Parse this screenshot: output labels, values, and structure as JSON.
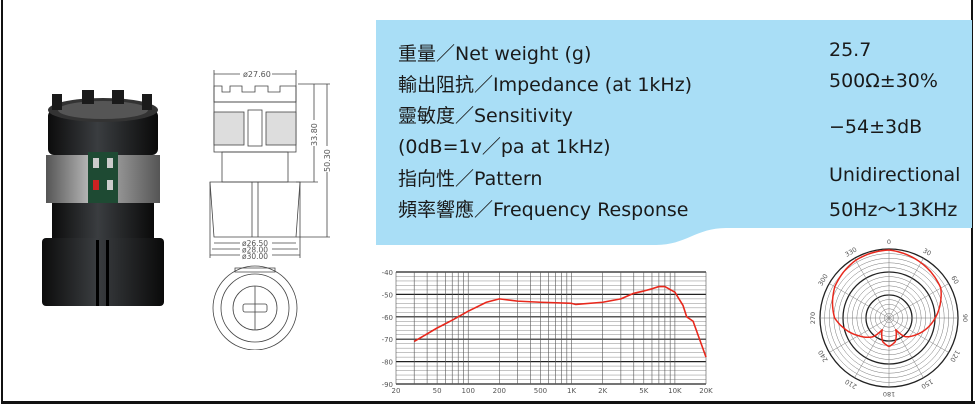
{
  "specs": [
    {
      "label": "重量／Net weight (g)",
      "value": "25.7"
    },
    {
      "label": "輸出阻抗／Impedance (at 1kHz)",
      "value": "500Ω±30%"
    },
    {
      "label": "靈敏度／Sensitivity",
      "label2": "(0dB=1v／pa at 1kHz)",
      "value": "−54±3dB"
    },
    {
      "label": "指向性／Pattern",
      "value": "Unidirectional"
    },
    {
      "label": "頻率響應／Frequency Response",
      "value": "50Hz～13KHz"
    }
  ],
  "drawing": {
    "top_dia": "ø27.60",
    "height_inner": "33.80",
    "height_total": "50.30",
    "dia1": "ø26.50",
    "dia2": "ø28.00",
    "dia3": "ø30.00"
  },
  "colors": {
    "panel": "#a9def6",
    "curve": "#e8281c"
  },
  "chart_data": [
    {
      "type": "line",
      "title": "",
      "xlabel": "",
      "ylabel": "",
      "xscale": "log",
      "xlim": [
        20,
        20000
      ],
      "ylim": [
        -90,
        -40
      ],
      "xticks": [
        20,
        50,
        100,
        200,
        500,
        1000,
        2000,
        5000,
        10000,
        20000
      ],
      "xtick_labels": [
        "20",
        "50",
        "100",
        "200",
        "500",
        "1K",
        "2K",
        "5K",
        "10K",
        "20K"
      ],
      "yticks": [
        -40,
        -50,
        -60,
        -70,
        -80,
        -90
      ],
      "ytick_labels": [
        "-40",
        "-50",
        "-60",
        "-70",
        "-80",
        "-90"
      ],
      "grid": true,
      "series": [
        {
          "name": "frequency response",
          "x": [
            30,
            50,
            70,
            100,
            150,
            200,
            300,
            500,
            1000,
            1100,
            2000,
            3000,
            4000,
            5000,
            6000,
            7000,
            8000,
            10000,
            12000,
            13000,
            15000,
            20000
          ],
          "y": [
            -71,
            -65,
            -61.5,
            -57.5,
            -53.5,
            -52,
            -53,
            -53.5,
            -54,
            -54.5,
            -53.5,
            -52,
            -49.5,
            -48.5,
            -47.5,
            -46.5,
            -46.5,
            -49,
            -55,
            -60,
            -62,
            -78
          ]
        }
      ]
    },
    {
      "type": "polar",
      "title": "",
      "rlim": [
        -25,
        0
      ],
      "angle_labels": [
        "0",
        "30",
        "60",
        "90",
        "120",
        "150",
        "180",
        "210",
        "240",
        "270",
        "300",
        "330"
      ],
      "series": [
        {
          "name": "polar pattern",
          "theta": [
            0,
            30,
            60,
            90,
            120,
            140,
            150,
            165,
            180,
            195,
            210,
            220,
            240,
            270,
            300,
            330
          ],
          "r_db": [
            0,
            -1.5,
            -3,
            -8,
            -13,
            -16,
            -20,
            -16,
            -14.5,
            -16,
            -20,
            -16,
            -12,
            -5,
            -2,
            -0.5
          ]
        }
      ]
    }
  ]
}
